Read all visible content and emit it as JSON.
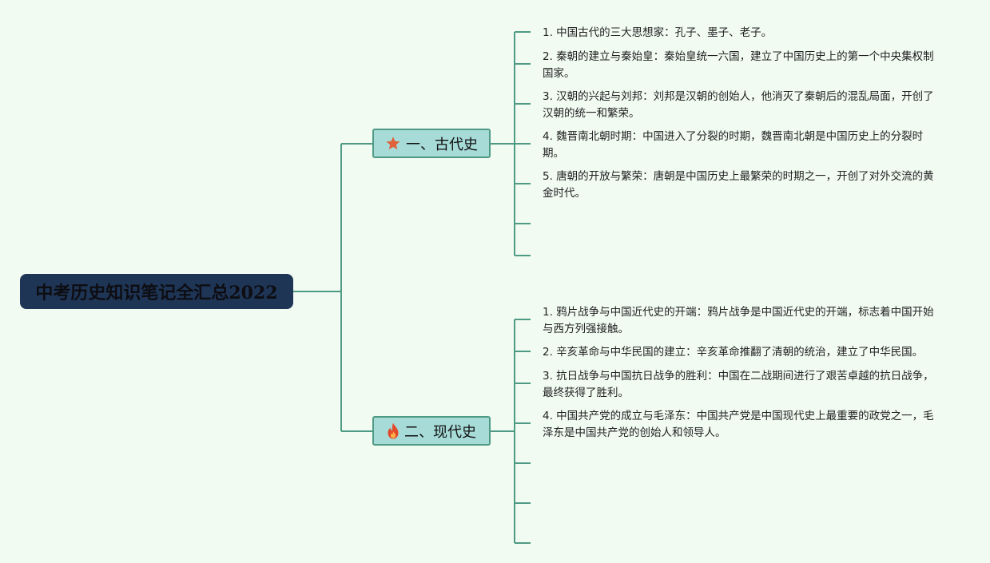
{
  "root": {
    "title": "中考历史知识笔记全汇总2022"
  },
  "branches": [
    {
      "label": "一、古代史",
      "icon": "star-icon",
      "items": [
        "1. 中国古代的三大思想家：孔子、墨子、老子。",
        "2. 秦朝的建立与秦始皇：秦始皇统一六国，建立了中国历史上的第一个中央集权制国家。",
        "3. 汉朝的兴起与刘邦：刘邦是汉朝的创始人，他消灭了秦朝后的混乱局面，开创了汉朝的统一和繁荣。",
        "4. 魏晋南北朝时期：中国进入了分裂的时期，魏晋南北朝是中国历史上的分裂时期。",
        "5. 唐朝的开放与繁荣：唐朝是中国历史上最繁荣的时期之一，开创了对外交流的黄金时代。"
      ]
    },
    {
      "label": "二、现代史",
      "icon": "fire-icon",
      "items": [
        "1. 鸦片战争与中国近代史的开端：鸦片战争是中国近代史的开端，标志着中国开始与西方列强接触。",
        "2. 辛亥革命与中华民国的建立：辛亥革命推翻了清朝的统治，建立了中华民国。",
        "3. 抗日战争与中国抗日战争的胜利：中国在二战期间进行了艰苦卓越的抗日战争，最终获得了胜利。",
        "4. 中国共产党的成立与毛泽东：中国共产党是中国现代史上最重要的政党之一，毛泽东是中国共产党的创始人和领导人。"
      ]
    }
  ],
  "colors": {
    "background": "#f1fbf2",
    "root_fill": "#1e3556",
    "branch_fill": "#a6dbd8",
    "branch_border": "#4e9a84",
    "connector": "#4e9a84",
    "star": "#e0623a",
    "fire": "#e24a2b"
  }
}
